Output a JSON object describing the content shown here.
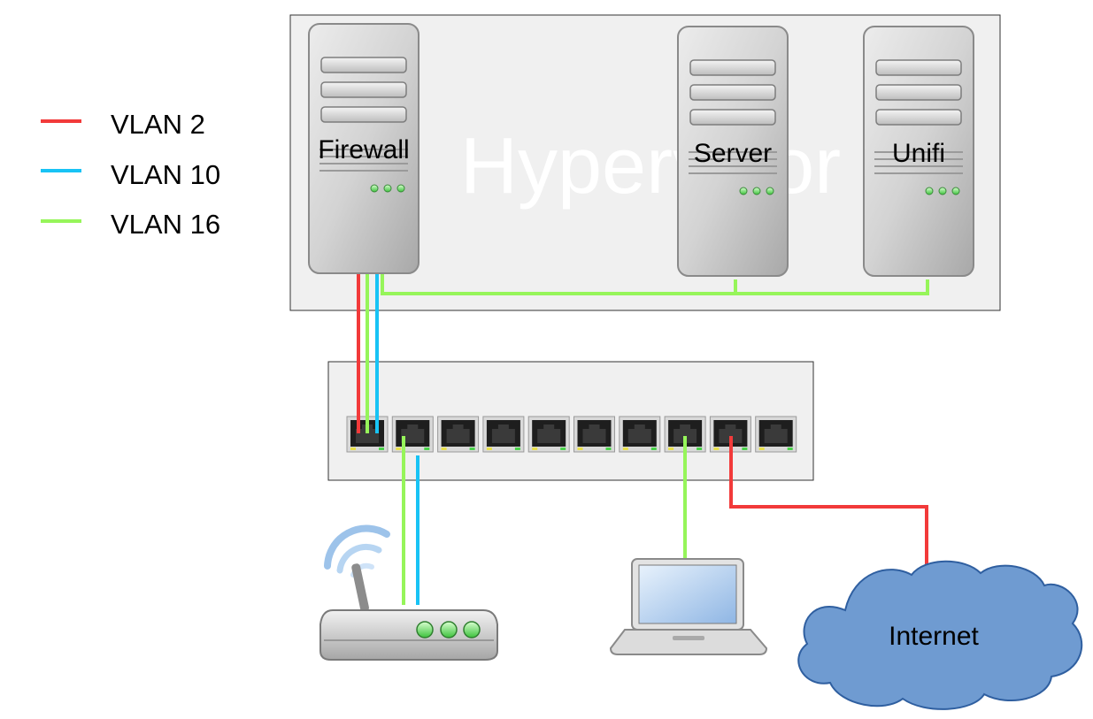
{
  "legend": [
    {
      "label": "VLAN 2",
      "color": "#f23a3a"
    },
    {
      "label": "VLAN 10",
      "color": "#18c3f5"
    },
    {
      "label": "VLAN 16",
      "color": "#96f55a"
    }
  ],
  "hypervisor": {
    "title": "Hypervisor"
  },
  "servers": [
    {
      "label": "Firewall",
      "icon": "server-tower-icon"
    },
    {
      "label": "Server",
      "icon": "server-tower-icon"
    },
    {
      "label": "Unifi",
      "icon": "server-tower-icon"
    }
  ],
  "switch": {
    "port_count": 10,
    "icon": "network-switch-icon"
  },
  "devices": {
    "router": {
      "icon": "wireless-router-icon"
    },
    "laptop": {
      "icon": "laptop-icon"
    },
    "internet": {
      "label": "Internet",
      "icon": "cloud-icon"
    }
  },
  "colors": {
    "vlan2": "#f23a3a",
    "vlan10": "#18c3f5",
    "vlan16": "#96f55a",
    "cloud": "#6f9bd1",
    "panel": "#f0f0f0"
  }
}
